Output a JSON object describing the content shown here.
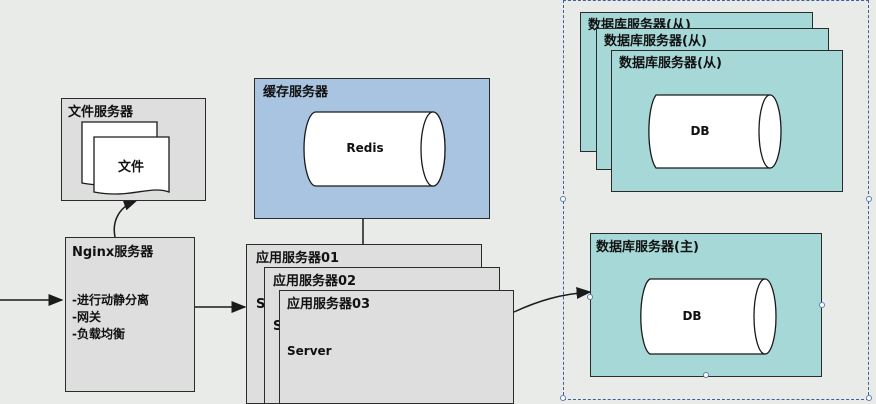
{
  "file_server": {
    "title": "文件服务器",
    "doc_label": "文件"
  },
  "nginx": {
    "title": "Nginx服务器",
    "items": [
      "-进行动静分离",
      "-网关",
      "-负载均衡"
    ]
  },
  "cache_server": {
    "title": "缓存服务器",
    "cylinder_label": "Redis"
  },
  "app_servers": {
    "titles": [
      "应用服务器01",
      "应用服务器02",
      "应用服务器03"
    ],
    "server_label": "Server",
    "peek_letter": "S"
  },
  "db_slaves": {
    "titles": [
      "数据库服务器(从)",
      "数据库服务器(从)",
      "数据库服务器(从)"
    ],
    "cylinder_label": "DB"
  },
  "db_master": {
    "title": "数据库服务器(主)",
    "cylinder_label": "DB"
  }
}
